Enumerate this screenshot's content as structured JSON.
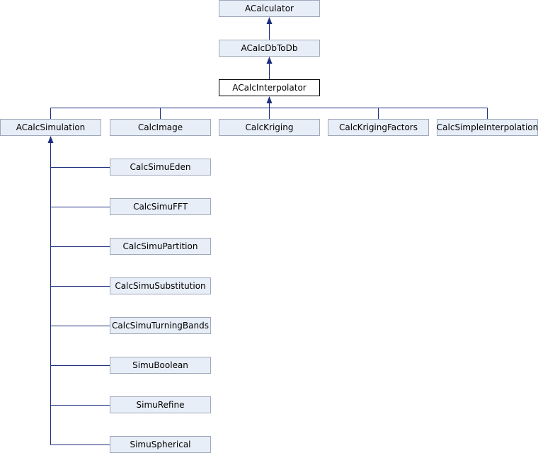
{
  "diagram": {
    "edge_color": "#1c2e7d",
    "nodes": {
      "acalculator": "ACalculator",
      "acalcdbtodb": "ACalcDbToDb",
      "acalcinterpolator": "ACalcInterpolator",
      "acalcsimulation": "ACalcSimulation",
      "calcimage": "CalcImage",
      "calckriging": "CalcKriging",
      "calckrigingfactors": "CalcKrigingFactors",
      "calcsimpleinterpolation": "CalcSimpleInterpolation",
      "calcsimueden": "CalcSimuEden",
      "calcsimufft": "CalcSimuFFT",
      "calcsimupartition": "CalcSimuPartition",
      "calcsimusubstitution": "CalcSimuSubstitution",
      "calcsimuturningbands": "CalcSimuTurningBands",
      "simuboolean": "SimuBoolean",
      "simurefine": "SimuRefine",
      "simuspherical": "SimuSpherical"
    }
  }
}
